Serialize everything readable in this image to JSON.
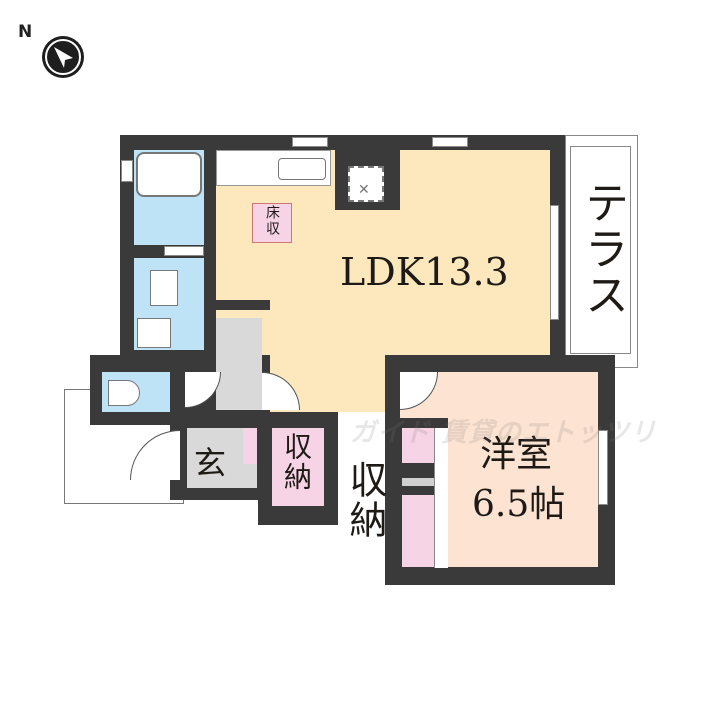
{
  "compass": {
    "label": "N",
    "icon": "north-arrow-icon"
  },
  "rooms": {
    "ldk": {
      "label": "LDK13.3",
      "color": "#fde8bd"
    },
    "floor_storage": {
      "label": "床収",
      "color": "#f7d3e6"
    },
    "terrace": {
      "label": "テラス",
      "color": "#ffffff"
    },
    "western_room": {
      "label_line1": "洋室",
      "label_line2": "6.5帖",
      "color": "#fde3d2"
    },
    "entrance": {
      "label": "玄",
      "color": "#d9d9d9"
    },
    "storage_pink": {
      "label": "収納",
      "color": "#f7d3e6"
    },
    "storage_outer": {
      "label": "収納"
    },
    "bath": {
      "color": "#bfe3f6"
    },
    "washroom": {
      "color": "#bfe3f6"
    },
    "toilet": {
      "color": "#bfe3f6"
    },
    "hallway": {
      "color": "#d9d9d9"
    }
  },
  "watermark": {
    "text": "ガイド 賃貸のエトッツリ"
  },
  "colors": {
    "wall": "#3a3a3a"
  }
}
